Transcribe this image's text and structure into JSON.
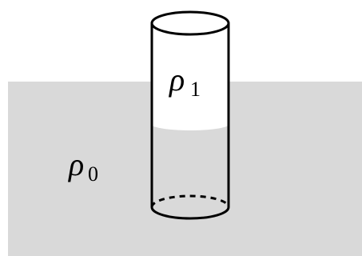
{
  "labels": {
    "cylinder_density_symbol": "ρ",
    "cylinder_density_subscript": "1",
    "outer_density_symbol": "ρ",
    "outer_density_subscript": "0"
  },
  "colors": {
    "outer_liquid": "#d9d9d9",
    "cylinder_inside_upper": "#ffffff",
    "outline": "#000000"
  }
}
